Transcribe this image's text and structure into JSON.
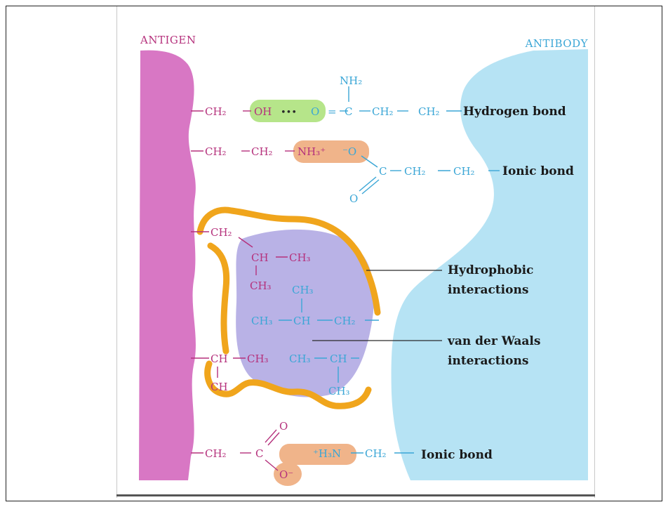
{
  "labels": {
    "antigen": "ANTIGEN",
    "antibody": "ANTIBODY",
    "hydrogen_bond": "Hydrogen bond",
    "ionic_bond_1": "Ionic bond",
    "hydrophobic_line1": "Hydrophobic",
    "hydrophobic_line2": "interactions",
    "vdw_line1": "van der Waals",
    "vdw_line2": "interactions",
    "ionic_bond_2": "Ionic bond"
  },
  "chemistry": {
    "row1": {
      "ch2": "CH₂",
      "oh": "OH",
      "dots": "•••",
      "o": "O",
      "eq": "=",
      "c": "C",
      "nh2": "NH₂",
      "ch2b": "CH₂",
      "ch2c": "CH₂"
    },
    "row2": {
      "ch2a": "CH₂",
      "ch2b": "CH₂",
      "nh3": "NH₃⁺",
      "o_minus": "⁻O",
      "c": "C",
      "ch2c": "CH₂",
      "ch2d": "CH₂",
      "o": "O"
    },
    "pocket": {
      "ch2_top": "CH₂",
      "ch_mag": "CH",
      "ch3_mag_right": "CH₃",
      "ch3_mag_down": "CH₃",
      "ch3_cyan_top": "CH₃",
      "ch3_cyan_left": "CH₃",
      "ch_cyan_mid": "CH",
      "ch2_cyan_right": "CH₂",
      "ch_left": "CH",
      "ch3_mag_low": "CH₃",
      "ch3_cyan_low": "CH₃",
      "ch_cyan_low": "CH",
      "ch_bottom": "CH",
      "ch3_cyan_bottom": "CH₃"
    },
    "row5": {
      "ch2a": "CH₂",
      "c": "C",
      "o_top": "O",
      "o_minus": "O⁻",
      "h3n": "⁺H₃N",
      "ch2b": "CH₂"
    }
  },
  "colors": {
    "antigen": "#d877c4",
    "antibody": "#b6e3f4",
    "hbond_highlight": "#b6e58a",
    "ionic_highlight": "#f0b48a",
    "hydrophobic_outline": "#f0a51c",
    "vdw_region": "#b9b2e6"
  }
}
